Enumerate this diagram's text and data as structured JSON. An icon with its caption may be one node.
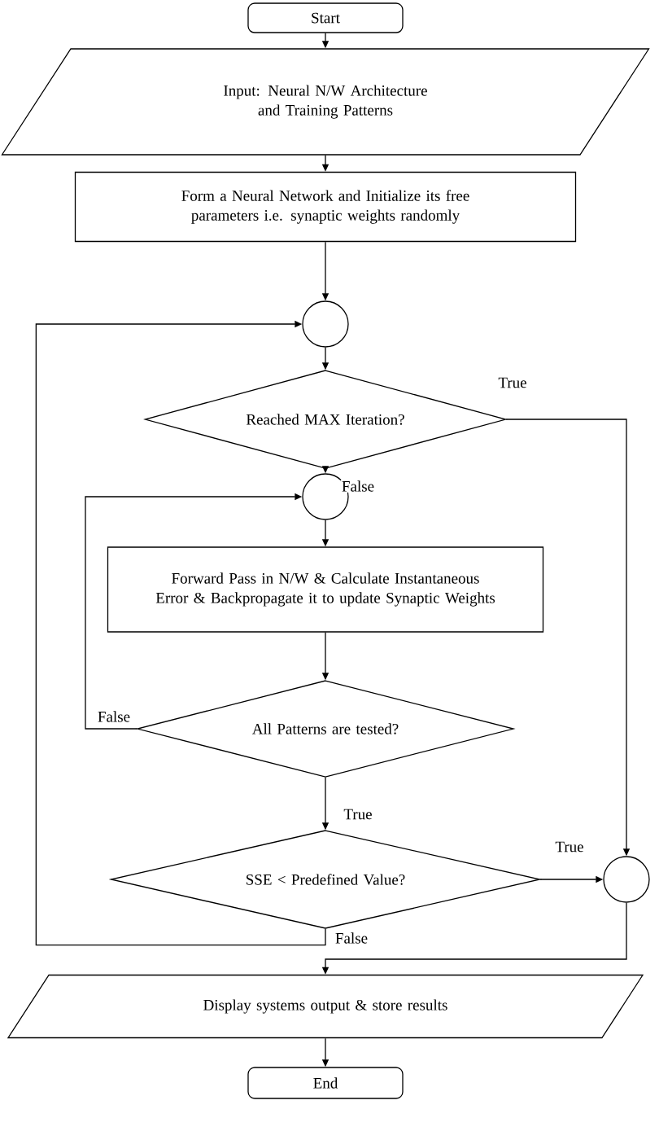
{
  "diagram": {
    "nodes": [
      {
        "text": [
          "Start"
        ]
      },
      {
        "text": [
          "Input: Neural N/W Architecture and Training Patterns"
        ]
      },
      {
        "text": [
          "Form a Neural Network and Initialize its free parameters i.e. synaptic weights randomly"
        ]
      },
      {
        "text": [],
        "shape": "circle"
      },
      {
        "text": [
          "Reached MAX Iteration?"
        ]
      },
      {
        "text": [],
        "shape": "circle"
      },
      {
        "text": [
          "Forward Pass in N/W & Calculate Instantaneous Error & Backpropagate it to update Synaptic Weights"
        ]
      },
      {
        "text": [
          "All Patterns are tested?"
        ]
      },
      {
        "text": [
          "SSE < Predefined Value?"
        ]
      },
      {
        "text": [],
        "shape": "circle"
      },
      {
        "text": [
          "Display systems output & store results"
        ]
      },
      {
        "text": [
          "End"
        ]
      }
    ],
    "edges": [
      {
        "from": 0,
        "to": 1,
        "arrow": "to"
      },
      {
        "from": 1,
        "to": 2,
        "arrow": "to"
      },
      {
        "from": 2,
        "to": 3,
        "arrow": "to"
      },
      {
        "from": 3,
        "to": 4,
        "arrow": "to"
      },
      {
        "from": 4,
        "to": 5,
        "arrow": "to",
        "label": "False"
      },
      {
        "from": 4,
        "to": 9,
        "arrow": "to",
        "label": "True"
      },
      {
        "from": 5,
        "to": 6,
        "arrow": "to"
      },
      {
        "from": 6,
        "to": 7,
        "arrow": "to"
      },
      {
        "from": 7,
        "to": 5,
        "arrow": "to",
        "label": "False"
      },
      {
        "from": 7,
        "to": 8,
        "arrow": "to",
        "label": "True"
      },
      {
        "from": 8,
        "to": 9,
        "arrow": "to",
        "label": "True"
      },
      {
        "from": 8,
        "to": 3,
        "arrow": "to",
        "label": "False"
      },
      {
        "from": 9,
        "to": 10,
        "arrow": "to"
      },
      {
        "from": 10,
        "to": 11,
        "arrow": "to"
      }
    ]
  }
}
